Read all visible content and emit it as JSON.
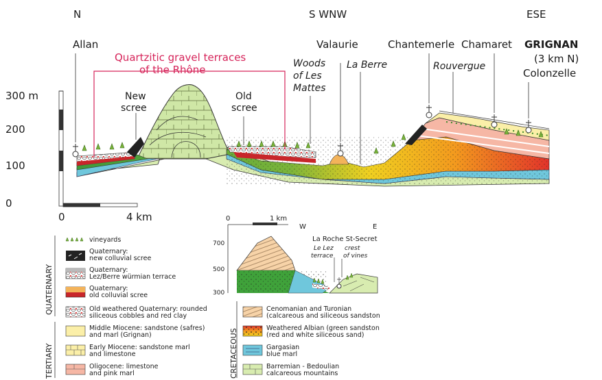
{
  "directions": {
    "n": "N",
    "s_wnw": "S  WNW",
    "ese": "ESE"
  },
  "places": {
    "allan": "Allan",
    "valaurie": "Valaurie",
    "chantemerle": "Chantemerle",
    "chamaret": "Chamaret",
    "grignan": "GRIGNAN",
    "grignan_dist": "(3 km N)",
    "colonzelle": "Colonzelle",
    "la_berre": "La Berre",
    "rouvergue": "Rouvergue",
    "woods_1": "Woods",
    "woods_2": "of Les",
    "woods_3": "Mattes"
  },
  "annotations": {
    "gravel_1": "Quartzitic gravel terraces",
    "gravel_2": "of the Rhône",
    "new_scree_1": "New",
    "new_scree_2": "scree",
    "old_scree_1": "Old",
    "old_scree_2": "scree"
  },
  "axis": {
    "labels": [
      "300 m",
      "200",
      "100",
      "0"
    ],
    "scale_start": "0",
    "scale_end": "4 km"
  },
  "inset": {
    "scale_start": "0",
    "scale_end": "1 km",
    "w": "W",
    "e": "E",
    "la_roche": "La Roche St-Secret",
    "le_lez_1": "Le Lez",
    "le_lez_2": "terrace",
    "crest_1": "crest",
    "crest_2": "of vines",
    "elev": [
      "700",
      "500",
      "300"
    ]
  },
  "groups": {
    "tertiary": "TERTIARY",
    "quaternary": "QUATERNARY",
    "cretaceous": "CRETACEOUS"
  },
  "legend_left": [
    {
      "line1": "vineyards",
      "line2": ""
    },
    {
      "line1": "Quaternary:",
      "line2": "new colluvial scree"
    },
    {
      "line1": "Quaternary:",
      "line2": "Lez/Berre würmian terrace"
    },
    {
      "line1": "Quaternary:",
      "line2": "old colluvial scree"
    },
    {
      "line1": "Old weathered Quaternary: rounded",
      "line2": "siliceous cobbles and red clay"
    },
    {
      "line1": "Middle Miocene: sandstone (safres)",
      "line2": "and marl (Grignan)"
    },
    {
      "line1": "Early Miocene: sandstone marl",
      "line2": "and limestone"
    },
    {
      "line1": "Oligocene: limestone",
      "line2": "and pink marl"
    }
  ],
  "legend_right": [
    {
      "line1": "Cenomanian and Turonian",
      "line2": "(calcareous and siliceous sandston"
    },
    {
      "line1": "Weathered Albian (green sandston",
      "line2": "(red and white siliceous sand)"
    },
    {
      "line1": "Gargasian",
      "line2": "blue marl"
    },
    {
      "line1": "Barremian - Bedoulian",
      "line2": "calcareous mountains"
    }
  ]
}
